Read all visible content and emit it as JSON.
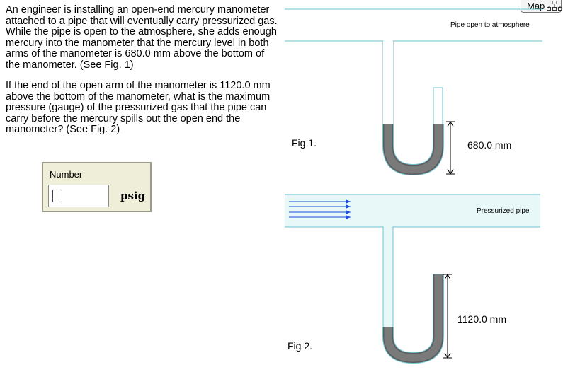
{
  "problem": {
    "paragraph1": "An engineer is installing an open-end mercury manometer attached to a pipe that will eventually carry pressurized gas. While the pipe is open to the atmosphere, she adds enough mercury into the manometer that the mercury level in both arms of the manometer is 680.0 mm above the bottom of the manometer. (See Fig. 1)",
    "paragraph2": "If the end of the open arm of the manometer is 1120.0 mm above the bottom of the manometer, what is the maximum pressure (gauge) of the pressurized gas that the pipe can carry before the mercury spills out the open end the manometer? (See Fig. 2)"
  },
  "answer": {
    "label": "Number",
    "value": "",
    "unit": "psig"
  },
  "toolbar": {
    "map_label": "Map",
    "map_icon": "sitemap-icon"
  },
  "fig1": {
    "label": "Fig 1.",
    "pipe_text": "Pipe open to atmosphere",
    "height_text": "680.0 mm"
  },
  "fig2": {
    "label": "Fig 2.",
    "pipe_text": "Pressurized pipe",
    "height_text": "1120.0 mm"
  },
  "colors": {
    "pipe_line": "#6cc3d0",
    "pipe_fill": "#e8f7f8",
    "mercury": "#6d6d6d",
    "arrow": "#1a4fd8"
  }
}
